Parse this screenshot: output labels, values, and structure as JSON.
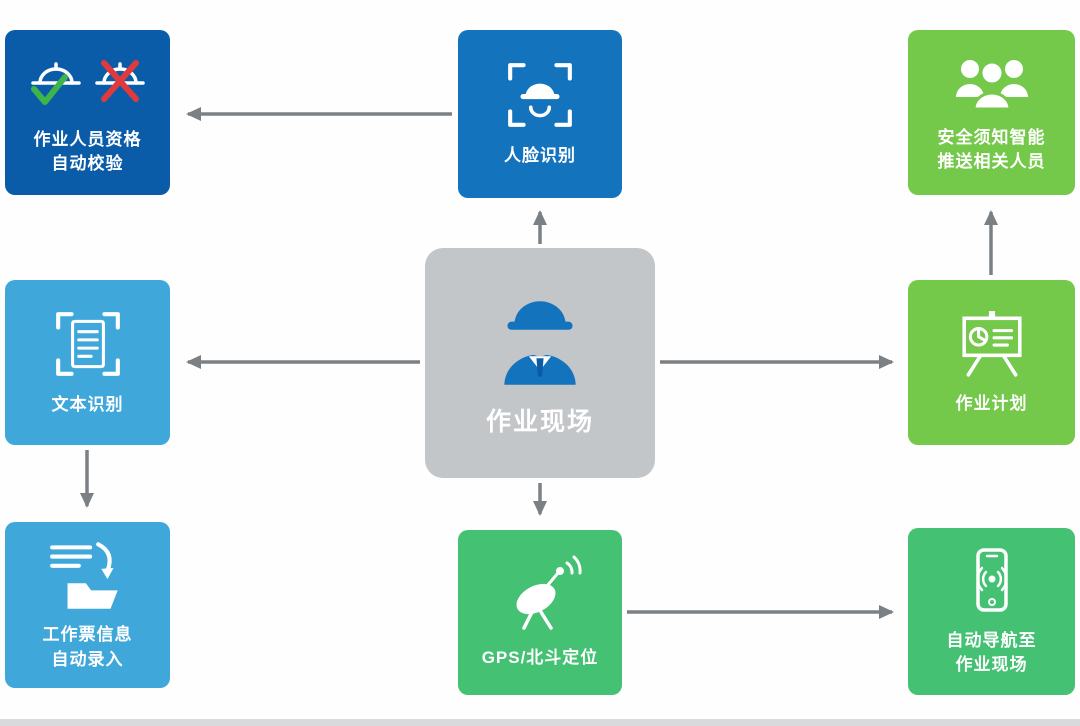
{
  "nodes": {
    "center": {
      "label": "作业现场",
      "icon": "worker-icon"
    },
    "qualification": {
      "lines": [
        "作业人员资格",
        "自动校验"
      ],
      "icon": "helmet-check-x-icon"
    },
    "face": {
      "lines": [
        "人脸识别"
      ],
      "icon": "face-scan-icon"
    },
    "safety_push": {
      "lines": [
        "安全须知智能",
        "推送相关人员"
      ],
      "icon": "people-group-icon"
    },
    "text_ocr": {
      "lines": [
        "文本识别"
      ],
      "icon": "document-scan-icon"
    },
    "work_plan": {
      "lines": [
        "作业计划"
      ],
      "icon": "presentation-board-icon"
    },
    "ticket": {
      "lines": [
        "工作票信息",
        "自动录入"
      ],
      "icon": "document-to-folder-icon"
    },
    "gps": {
      "lines": [
        "GPS/北斗定位"
      ],
      "icon": "satellite-dish-icon"
    },
    "navigation": {
      "lines": [
        "自动导航至",
        "作业现场"
      ],
      "icon": "phone-signal-icon"
    }
  },
  "colors": {
    "dark_blue": "#0b5ca8",
    "blue": "#1373bd",
    "light_blue": "#3fa7da",
    "green": "#74c84a",
    "emerald": "#44c173",
    "gray_box": "#c3c6c9",
    "arrow": "#7b8084",
    "check_green": "#3db54a",
    "cross_red": "#e03a3e"
  }
}
